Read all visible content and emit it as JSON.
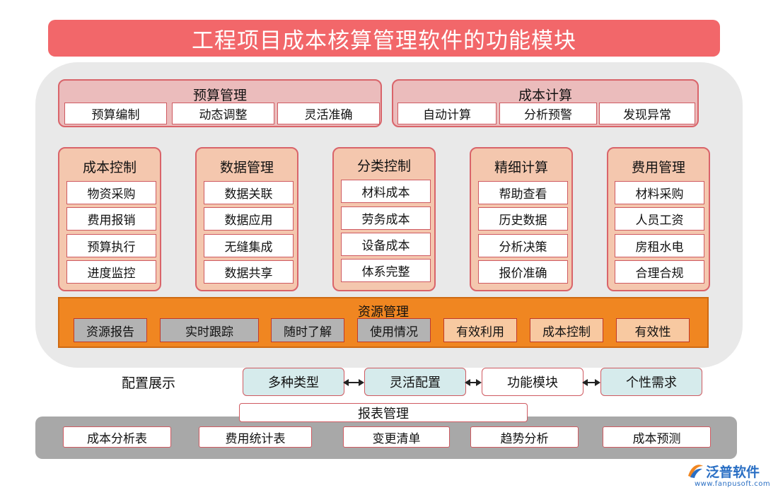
{
  "title": "工程项目成本核算管理软件的功能模块",
  "top_modules": [
    {
      "title": "预算管理",
      "items": [
        "预算编制",
        "动态调整",
        "灵活准确"
      ]
    },
    {
      "title": "成本计算",
      "items": [
        "自动计算",
        "分析预警",
        "发现异常"
      ]
    }
  ],
  "columns": [
    {
      "title": "成本控制",
      "items": [
        "物资采购",
        "费用报销",
        "预算执行",
        "进度监控"
      ]
    },
    {
      "title": "数据管理",
      "items": [
        "数据关联",
        "数据应用",
        "无缝集成",
        "数据共享"
      ]
    },
    {
      "title": "分类控制",
      "items": [
        "材料成本",
        "劳务成本",
        "设备成本",
        "体系完整"
      ]
    },
    {
      "title": "精细计算",
      "items": [
        "帮助查看",
        "历史数据",
        "分析决策",
        "报价准确"
      ]
    },
    {
      "title": "费用管理",
      "items": [
        "材料采购",
        "人员工资",
        "房租水电",
        "合理合规"
      ]
    }
  ],
  "resource": {
    "title": "资源管理",
    "items": [
      "资源报告",
      "实时跟踪",
      "随时了解",
      "使用情况",
      "有效利用",
      "成本控制",
      "有效性"
    ]
  },
  "config": {
    "label": "配置展示",
    "items": [
      "多种类型",
      "灵活配置",
      "功能模块",
      "个性需求"
    ]
  },
  "report": {
    "title": "报表管理",
    "items": [
      "成本分析表",
      "费用统计表",
      "变更清单",
      "趋势分析",
      "成本预测"
    ]
  },
  "logo": {
    "name": "泛普软件",
    "url": "www.fanpusoft.com"
  },
  "colors": {
    "title_bar": "#f2676a",
    "top_module_fill": "#ebbcbc",
    "column_fill": "#f4c7ae",
    "resource_bar": "#f08621",
    "resource_gray": "#b3b3b3",
    "resource_peach": "#f8c9a1",
    "config_teal": "#d6ebec",
    "report_bar": "#a8a8a8",
    "border_red": "#cf5a61"
  }
}
